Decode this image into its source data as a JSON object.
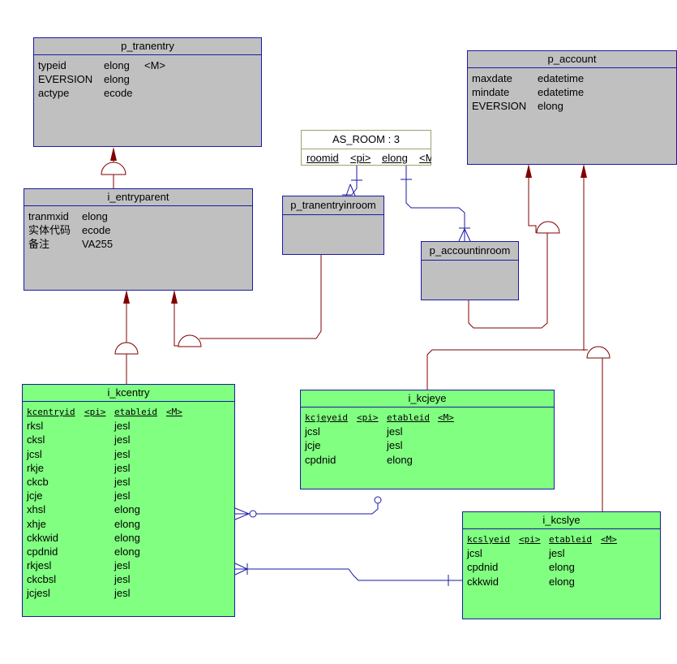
{
  "entities": {
    "p_tranentry": {
      "name": "p_tranentry",
      "columns": [
        {
          "name": "typeid",
          "type": "elong",
          "extra": "<M>"
        },
        {
          "name": "EVERSION",
          "type": "elong",
          "extra": ""
        },
        {
          "name": "actype",
          "type": "ecode",
          "extra": ""
        }
      ]
    },
    "p_account": {
      "name": "p_account",
      "columns": [
        {
          "name": "maxdate",
          "type": "edatetime"
        },
        {
          "name": "mindate",
          "type": "edatetime"
        },
        {
          "name": "EVERSION",
          "type": "elong"
        }
      ]
    },
    "as_room": {
      "name": "AS_ROOM : 3",
      "key": {
        "name": "roomid",
        "tag": "<pi>",
        "type": "elong",
        "extra": "<M"
      }
    },
    "i_entryparent": {
      "name": "i_entryparent",
      "columns": [
        {
          "name": "tranmxid",
          "type": "elong"
        },
        {
          "name": "实体代码",
          "type": "ecode"
        },
        {
          "name": "备注",
          "type": "VA255"
        }
      ]
    },
    "p_tranentryinroom": {
      "name": "p_tranentryinroom"
    },
    "p_accountinroom": {
      "name": "p_accountinroom"
    },
    "i_kcentry": {
      "name": "i_kcentry",
      "key": {
        "name": "kcentryid",
        "tag": "<pi>",
        "type": "etableid",
        "extra": "<M>"
      },
      "columns": [
        {
          "name": "rksl",
          "type": "jesl"
        },
        {
          "name": "cksl",
          "type": "jesl"
        },
        {
          "name": "jcsl",
          "type": "jesl"
        },
        {
          "name": "rkje",
          "type": "jesl"
        },
        {
          "name": "ckcb",
          "type": "jesl"
        },
        {
          "name": "jcje",
          "type": "jesl"
        },
        {
          "name": "xhsl",
          "type": "elong"
        },
        {
          "name": "xhje",
          "type": "elong"
        },
        {
          "name": "ckkwid",
          "type": "elong"
        },
        {
          "name": "cpdnid",
          "type": "elong"
        },
        {
          "name": "rkjesl",
          "type": "jesl"
        },
        {
          "name": "ckcbsl",
          "type": "jesl"
        },
        {
          "name": "jcjesl",
          "type": "jesl"
        }
      ]
    },
    "i_kcjeye": {
      "name": "i_kcjeye",
      "key": {
        "name": "kcjeyeid",
        "tag": "<pi>",
        "type": "etableid",
        "extra": "<M>"
      },
      "columns": [
        {
          "name": "jcsl",
          "type": "jesl"
        },
        {
          "name": "jcje",
          "type": "jesl"
        },
        {
          "name": "cpdnid",
          "type": "elong"
        }
      ]
    },
    "i_kcslye": {
      "name": "i_kcslye",
      "key": {
        "name": "kcslyeid",
        "tag": "<pi>",
        "type": "etableid",
        "extra": "<M>"
      },
      "columns": [
        {
          "name": "jcsl",
          "type": "jesl"
        },
        {
          "name": "cpdnid",
          "type": "elong"
        },
        {
          "name": "ckkwid",
          "type": "elong"
        }
      ]
    }
  },
  "colors": {
    "inheritance": "#800000",
    "relationship": "#1a1aa6",
    "entity_gray": "#c0c0c0",
    "entity_green": "#80ff80"
  }
}
